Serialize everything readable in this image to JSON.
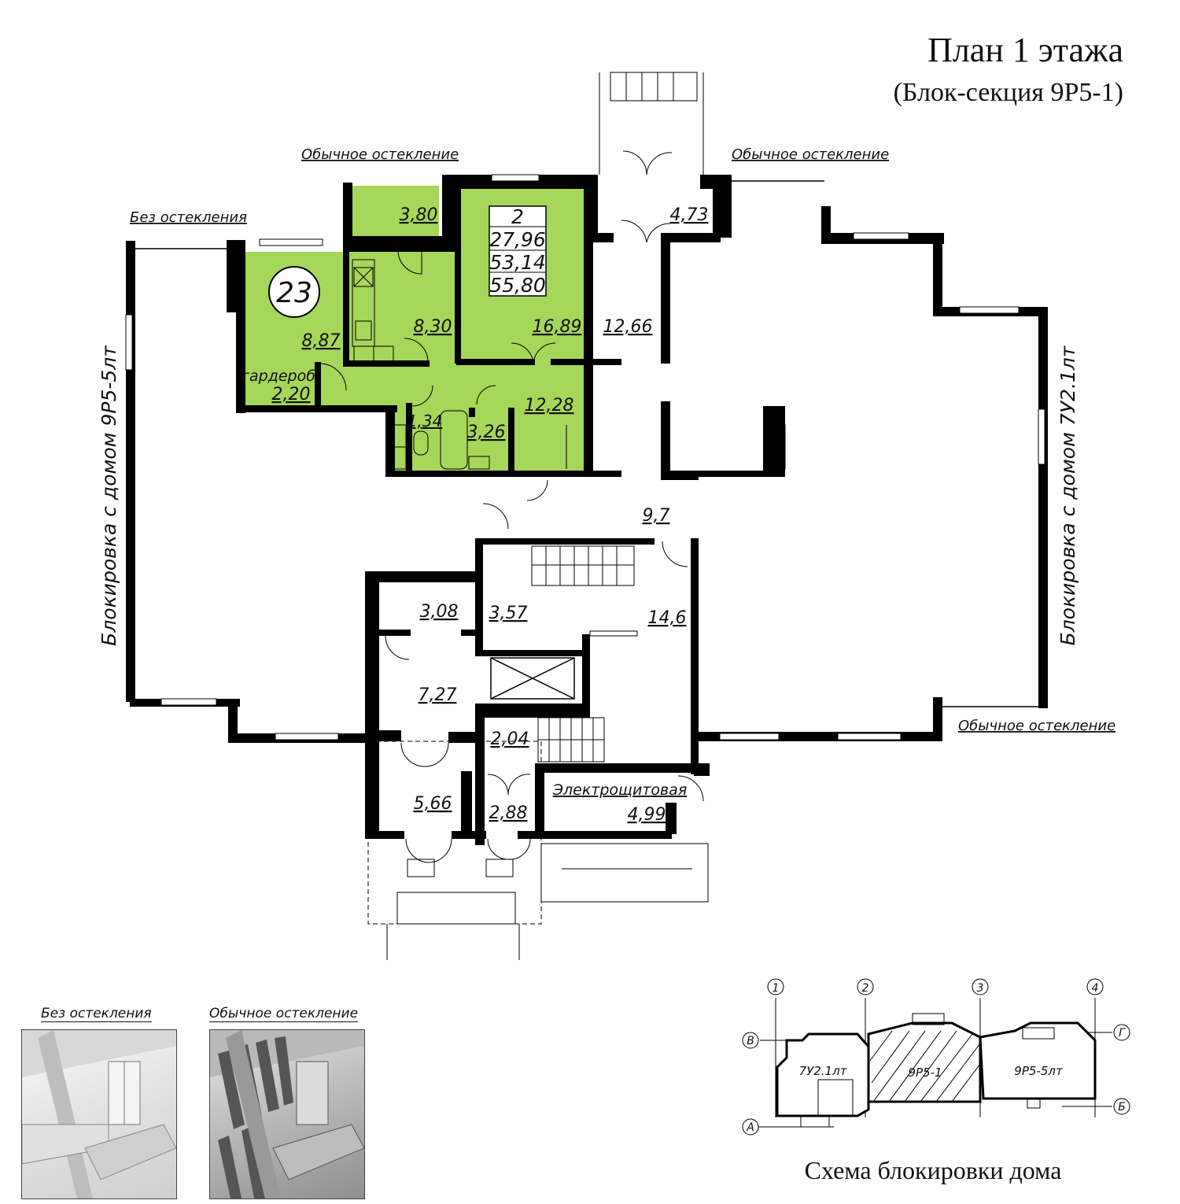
{
  "title": {
    "main": "План 1 этажа",
    "sub": "(Блок-секция 9Р5-1)"
  },
  "glazing_labels": {
    "top_center": "Обычное остекление",
    "top_right": "Обычное остекление",
    "top_left": "Без остекления",
    "bottom_right": "Обычное остекление"
  },
  "side_labels": {
    "left": "Блокировка с домом 9Р5-5лт",
    "right": "Блокировка с домом 7У2.1лт"
  },
  "apartment": {
    "number": "23",
    "rooms_count": "2",
    "living_area": "27,96",
    "area": "53,14",
    "total_area": "55,80",
    "highlight_color": "#a6d65a"
  },
  "rooms": {
    "loggia": "3,80",
    "kitchen": "8,30",
    "room_big": "16,89",
    "room_small": "8,87",
    "wardrobe_name": "гардероб",
    "wardrobe": "2,20",
    "wc": "1,34",
    "bath": "3,26",
    "hall": "12,28",
    "corridor": "12,66",
    "vestibule_top": "4,73",
    "lobby": "9,7",
    "room_308": "3,08",
    "room_357": "3,57",
    "stair_hall": "14,6",
    "room_727": "7,27",
    "room_204": "2,04",
    "room_566": "5,66",
    "room_288": "2,88",
    "electro_name": "Электрощитовая",
    "electro": "4,99"
  },
  "legend": {
    "no_glazing": "Без остекления",
    "usual_glazing": "Обычное остекление"
  },
  "scheme": {
    "title": "Схема блокировки дома",
    "axes": [
      "1",
      "2",
      "3",
      "4"
    ],
    "rows": [
      "В",
      "Г",
      "А",
      "Б"
    ],
    "blocks": [
      "7У2.1лт",
      "9Р5-1",
      "9Р5-5лт"
    ]
  }
}
